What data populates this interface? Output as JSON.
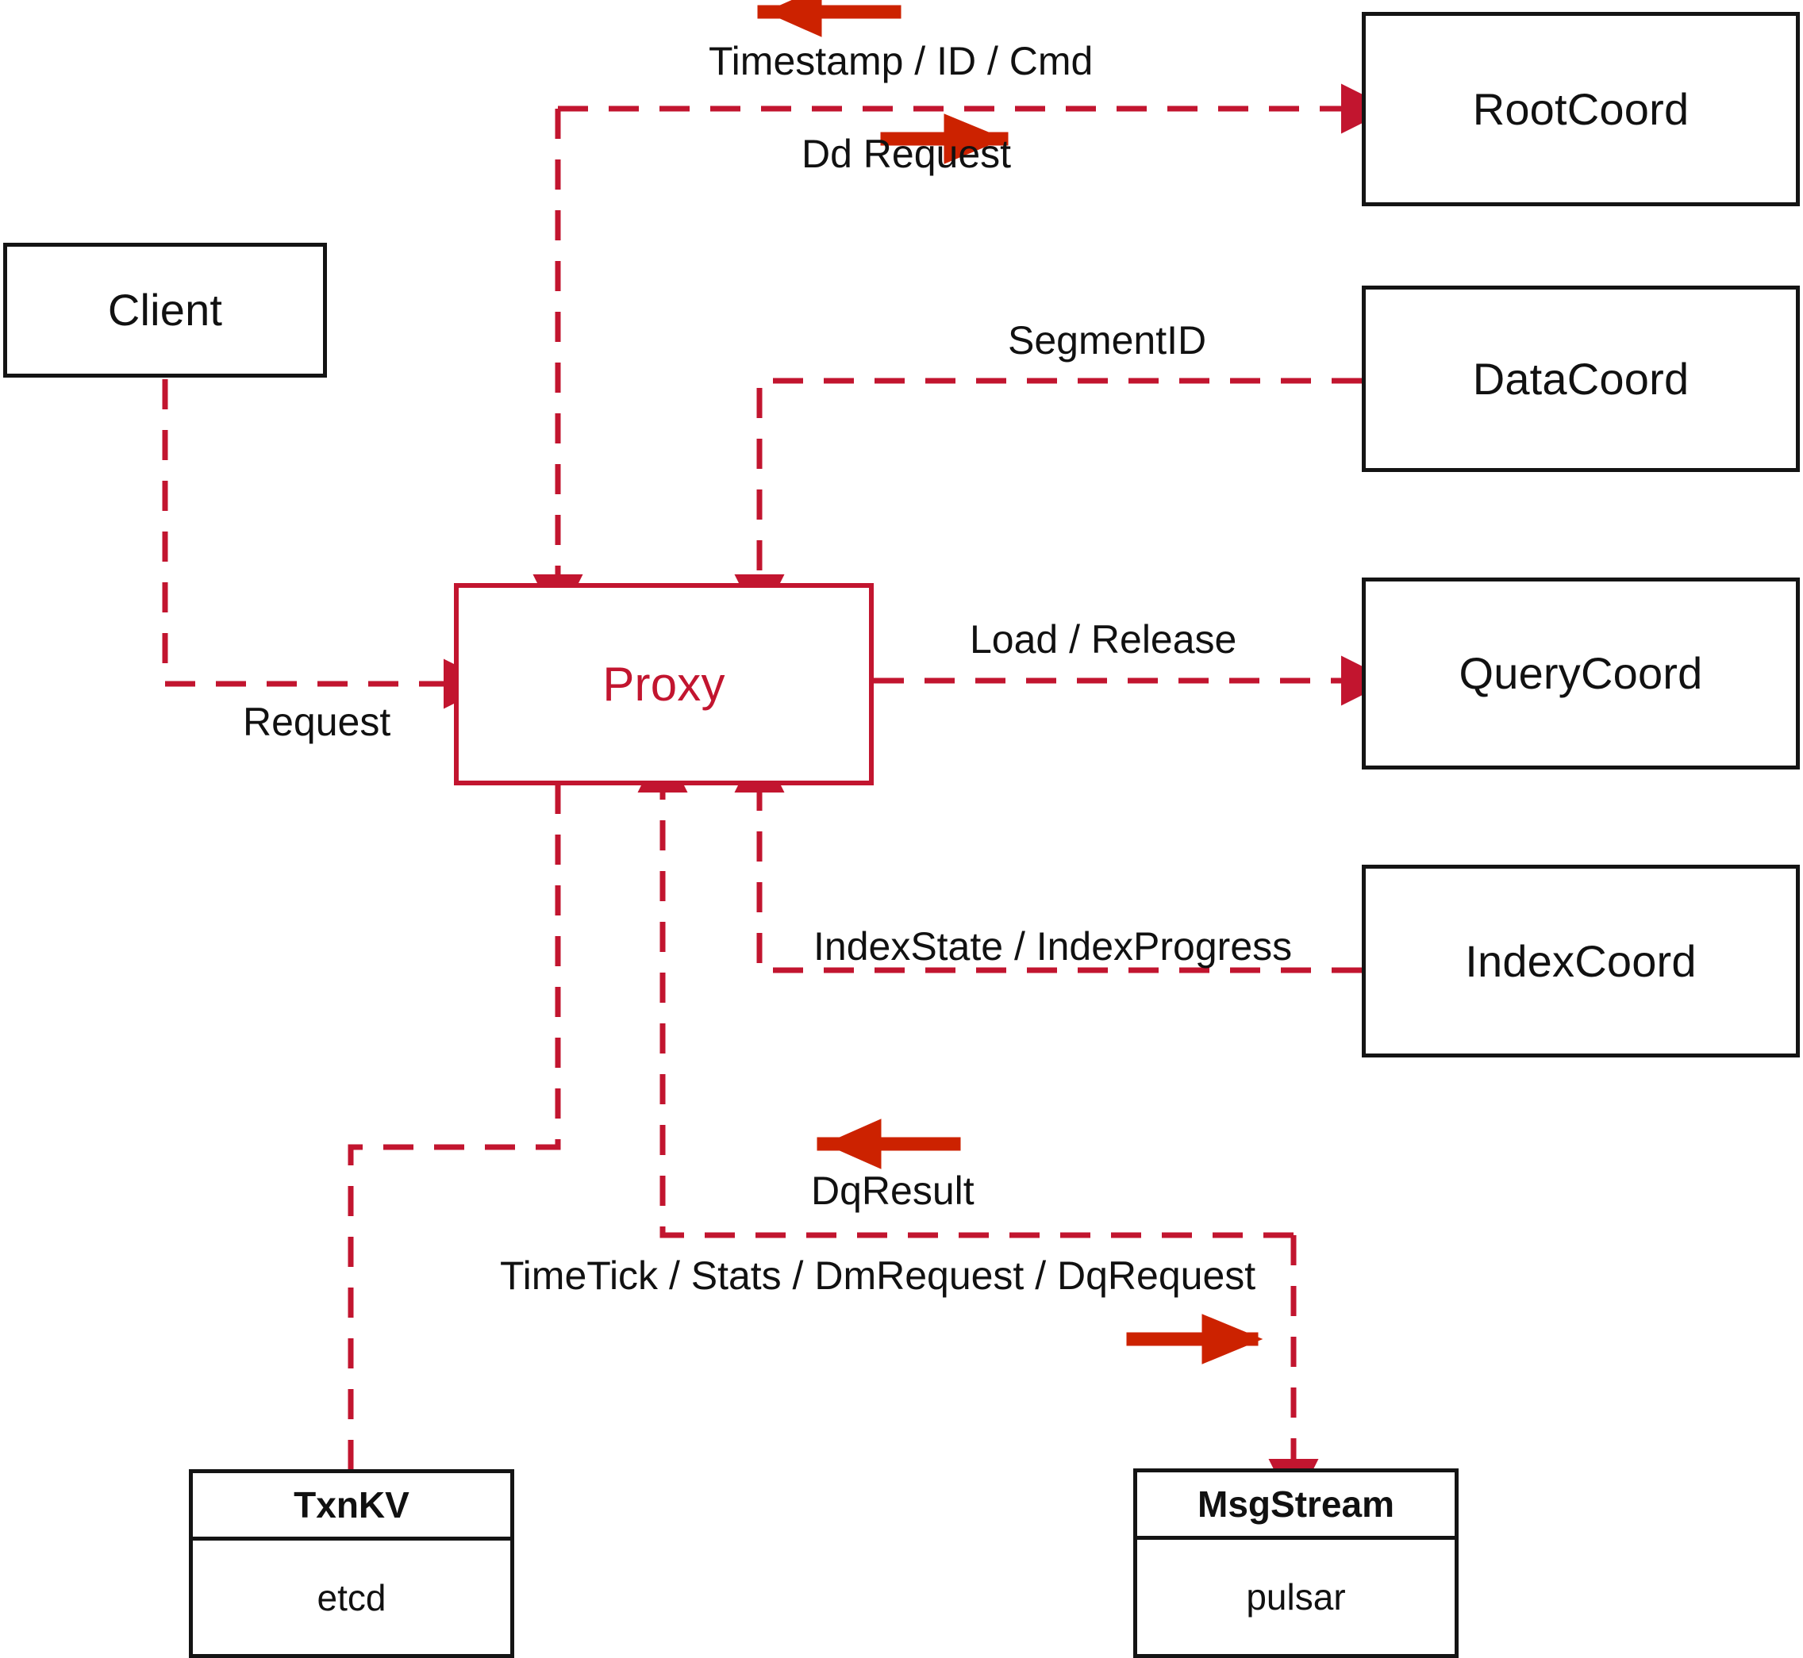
{
  "diagram": {
    "title": "Milvus Proxy interaction diagram",
    "colors": {
      "dashed_line": "#c2152f",
      "solid_arrow": "#cc2200",
      "node_border": "#141414",
      "proxy_border": "#c2152f",
      "proxy_text": "#c2152f",
      "label_text": "#111111",
      "background": "#ffffff"
    },
    "nodes": [
      {
        "id": "client",
        "label": "Client",
        "style": "black"
      },
      {
        "id": "proxy",
        "label": "Proxy",
        "style": "red"
      },
      {
        "id": "rootcoord",
        "label": "RootCoord",
        "style": "black"
      },
      {
        "id": "datacoord",
        "label": "DataCoord",
        "style": "black"
      },
      {
        "id": "querycoord",
        "label": "QueryCoord",
        "style": "black"
      },
      {
        "id": "indexcoord",
        "label": "IndexCoord",
        "style": "black"
      }
    ],
    "stores": [
      {
        "id": "txnkv",
        "title": "TxnKV",
        "impl": "etcd"
      },
      {
        "id": "msgstream",
        "title": "MsgStream",
        "impl": "pulsar"
      }
    ],
    "edge_labels": [
      {
        "id": "timestamp-id-cmd",
        "text": "Timestamp / ID / Cmd",
        "direction": "left",
        "from": "rootcoord",
        "to": "proxy"
      },
      {
        "id": "dd-request",
        "text": "Dd Request",
        "direction": "right",
        "from": "proxy",
        "to": "rootcoord"
      },
      {
        "id": "segmentid",
        "text": "SegmentID",
        "direction": "left",
        "from": "datacoord",
        "to": "proxy"
      },
      {
        "id": "load-release",
        "text": "Load / Release",
        "direction": "right",
        "from": "proxy",
        "to": "querycoord"
      },
      {
        "id": "indexstate",
        "text": "IndexState / IndexProgress",
        "direction": "left",
        "from": "indexcoord",
        "to": "proxy"
      },
      {
        "id": "request",
        "text": "Request",
        "direction": "right",
        "from": "client",
        "to": "proxy"
      },
      {
        "id": "dqresult",
        "text": "DqResult",
        "direction": "left",
        "from": "msgstream",
        "to": "proxy"
      },
      {
        "id": "timetick",
        "text": "TimeTick / Stats / DmRequest / DqRequest",
        "direction": "right",
        "from": "proxy",
        "to": "msgstream"
      }
    ]
  }
}
